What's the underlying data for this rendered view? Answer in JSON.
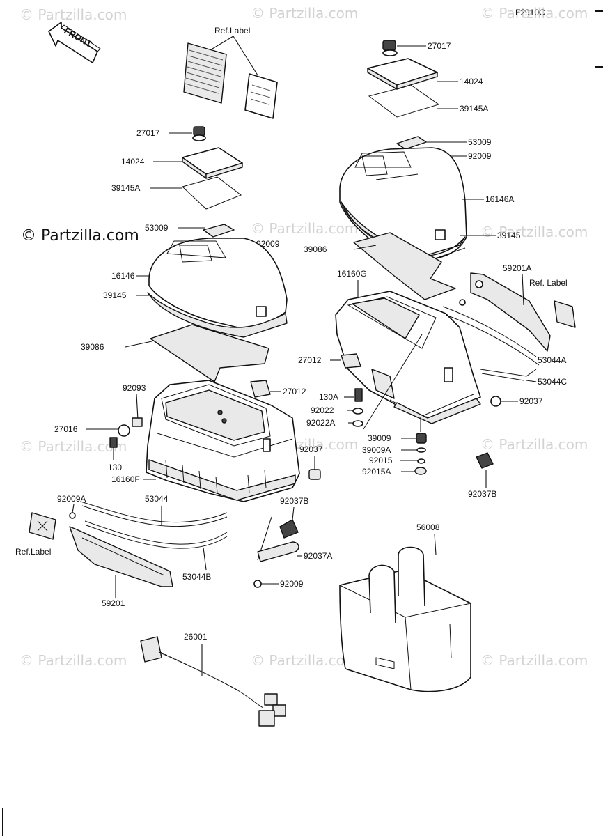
{
  "diagram_code": "F2910C",
  "front_arrow_label": "FRONT",
  "watermarks": {
    "main": "© Partzilla.com",
    "repeat": "© Partzilla.com"
  },
  "ref_label": "Ref.Label",
  "ref_label_right": "Ref. Label",
  "parts": {
    "p27017_r": "27017",
    "p14024_r": "14024",
    "p39145A_r": "39145A",
    "p53009_r": "53009",
    "p92009_r": "92009",
    "p16146A": "16146A",
    "p39145_r": "39145",
    "p39086_r": "39086",
    "p16160G": "16160G",
    "p59201A": "59201A",
    "p53044A": "53044A",
    "p53044C": "53044C",
    "p92037_r": "92037",
    "p27012_r": "27012",
    "p130A": "130A",
    "p92022": "92022",
    "p92022A": "92022A",
    "p39009": "39009",
    "p39009A": "39009A",
    "p92015": "92015",
    "p92015A": "92015A",
    "p92037B_r": "92037B",
    "p27017_l": "27017",
    "p14024_l": "14024",
    "p39145A_l": "39145A",
    "p53009_l": "53009",
    "p92009_l": "92009",
    "p16146": "16146",
    "p39145_l": "39145",
    "p39086_l": "39086",
    "p92093": "92093",
    "p27012_l": "27012",
    "p27016": "27016",
    "p130": "130",
    "p92037_l": "92037",
    "p16160F": "16160F",
    "p92009A": "92009A",
    "p53044": "53044",
    "p92037B_l": "92037B",
    "p92037A": "92037A",
    "p92009_b": "92009",
    "p53044B": "53044B",
    "p59201": "59201",
    "p56008": "56008",
    "p26001": "26001"
  }
}
